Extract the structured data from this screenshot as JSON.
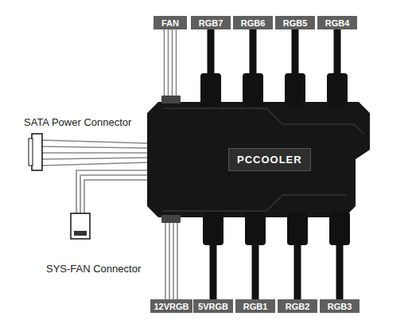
{
  "diagram": {
    "nodes": [
      {
        "text": [
          "FAN"
        ]
      },
      {
        "text": [
          "RGB7"
        ]
      },
      {
        "text": [
          "RGB6"
        ]
      },
      {
        "text": [
          "RGB5"
        ]
      },
      {
        "text": [
          "RGB4"
        ]
      },
      {
        "text": [
          "PCCOOLER"
        ]
      },
      {
        "text": [
          "12VRGB"
        ]
      },
      {
        "text": [
          "5VRGB"
        ]
      },
      {
        "text": [
          "RGB1"
        ]
      },
      {
        "text": [
          "RGB2"
        ]
      },
      {
        "text": [
          "RGB3"
        ]
      }
    ],
    "edges": [
      {
        "from": 5,
        "to": 0,
        "arrow": "none"
      },
      {
        "from": 5,
        "to": 1,
        "arrow": "none"
      },
      {
        "from": 5,
        "to": 2,
        "arrow": "none"
      },
      {
        "from": 5,
        "to": 3,
        "arrow": "none"
      },
      {
        "from": 5,
        "to": 4,
        "arrow": "none"
      },
      {
        "from": 5,
        "to": 6,
        "arrow": "none"
      },
      {
        "from": 5,
        "to": 7,
        "arrow": "none"
      },
      {
        "from": 5,
        "to": 8,
        "arrow": "none"
      },
      {
        "from": 5,
        "to": 9,
        "arrow": "none"
      },
      {
        "from": 5,
        "to": 10,
        "arrow": "none"
      }
    ],
    "labels": [
      "SATA Power Connector",
      "SYS-FAN Connector"
    ]
  }
}
